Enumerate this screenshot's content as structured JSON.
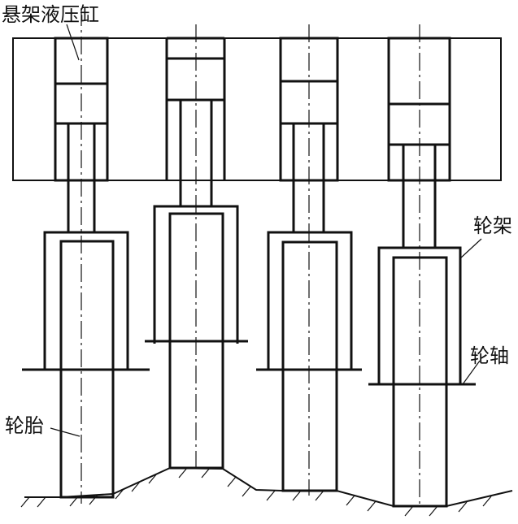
{
  "labels": {
    "cylinder": "悬架液压缸",
    "frame": "轮架",
    "axle": "轮轴",
    "tire": "轮胎"
  },
  "colors": {
    "line": "#111111",
    "background": "#ffffff"
  }
}
